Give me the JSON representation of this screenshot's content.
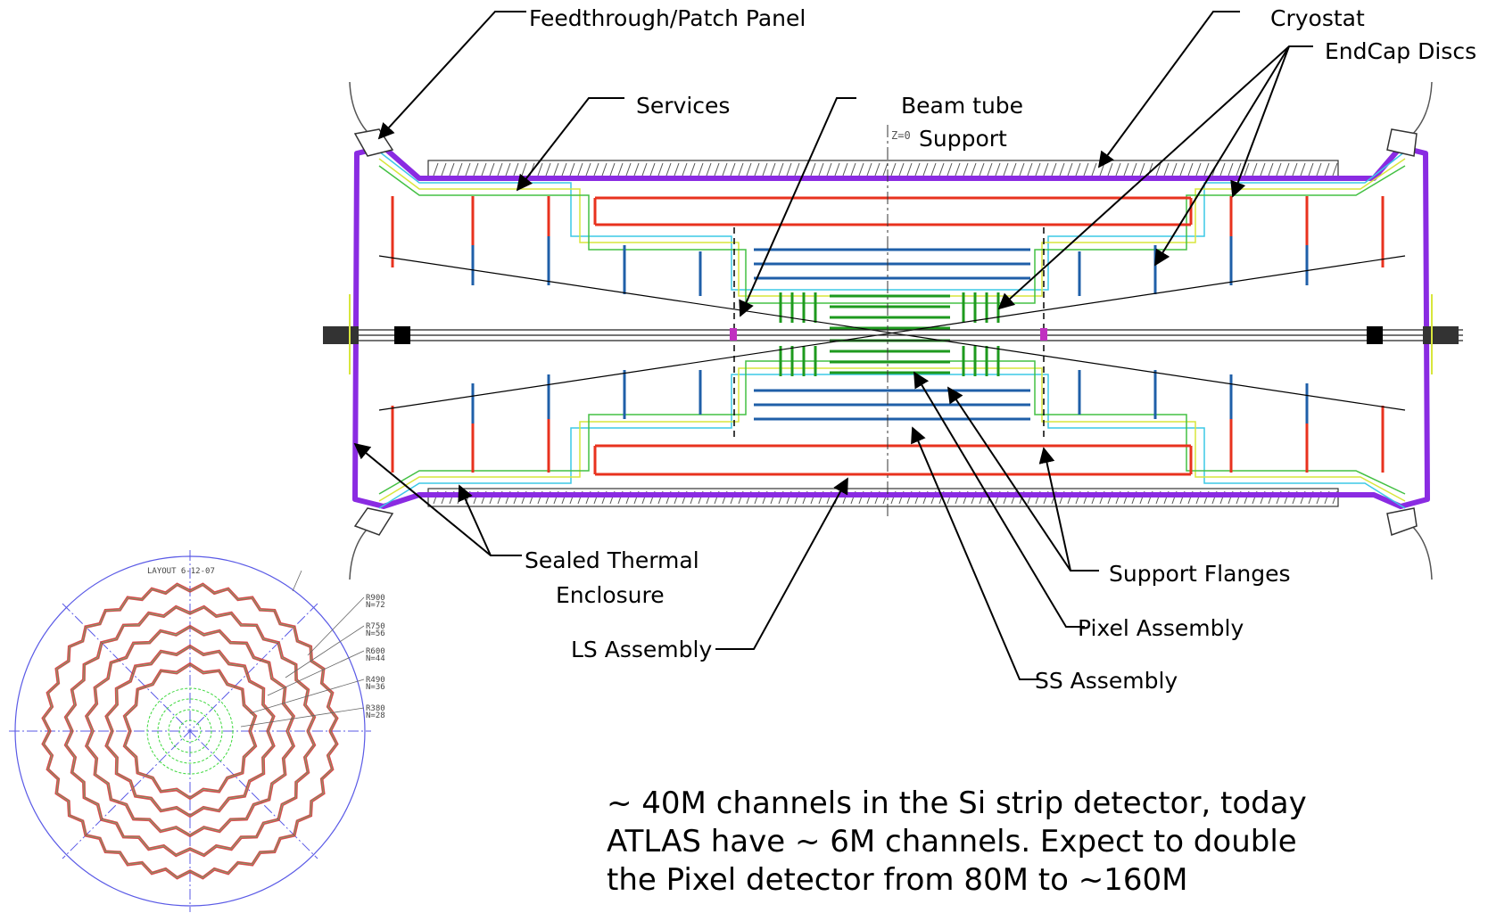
{
  "labels": {
    "feedthrough": "Feedthrough/Patch Panel",
    "cryostat": "Cryostat",
    "endcap_discs": "EndCap Discs",
    "services": "Services",
    "beam_tube": "Beam  tube",
    "support": "Support",
    "z_marker": "Z=0",
    "sealed_thermal_1": "Sealed Thermal",
    "sealed_thermal_2": "Enclosure",
    "support_flanges": "Support Flanges",
    "pixel_assembly": "Pixel Assembly",
    "ls_assembly": "LS Assembly",
    "ss_assembly": "SS Assembly"
  },
  "inset": {
    "layout_label": "LAYOUT 6-12-07",
    "rings": [
      {
        "radius": "R900",
        "count": "N=72"
      },
      {
        "radius": "R750",
        "count": "N=56"
      },
      {
        "radius": "R600",
        "count": "N=44"
      },
      {
        "radius": "R490",
        "count": "N=36"
      },
      {
        "radius": "R380",
        "count": "N=28"
      }
    ]
  },
  "note": [
    "~ 40M channels in the Si strip detector, today",
    "ATLAS have ~ 6M channels. Expect to double",
    "the Pixel detector from 80M to ~160M"
  ],
  "colors": {
    "enclosure": "#8a2be2",
    "long_strip": "#e8321e",
    "short_strip": "#1f5fa8",
    "pixel": "#1e9a1e",
    "services_cyan": "#3cc8e6",
    "services_yellow": "#d8e63c",
    "inset_outline": "#5a5ae6"
  }
}
